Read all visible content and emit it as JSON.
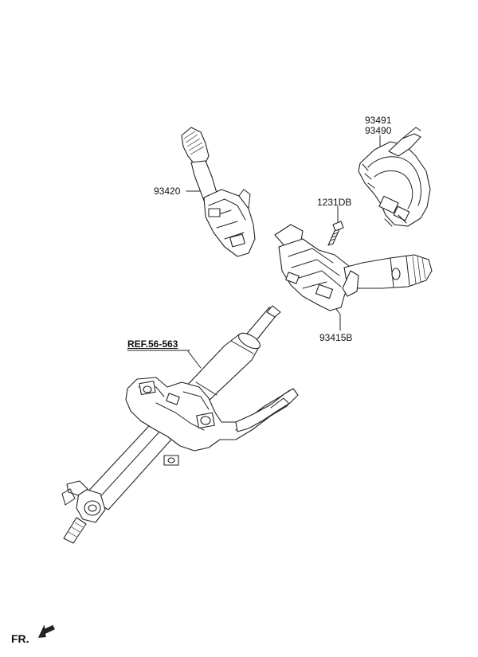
{
  "labels": {
    "p93491": "93491",
    "p93490": "93490",
    "p93420": "93420",
    "p1231DB": "1231DB",
    "p93415B": "93415B",
    "ref": "REF.56-563"
  },
  "direction": {
    "label": "FR.",
    "icon": "arrow-icon"
  }
}
